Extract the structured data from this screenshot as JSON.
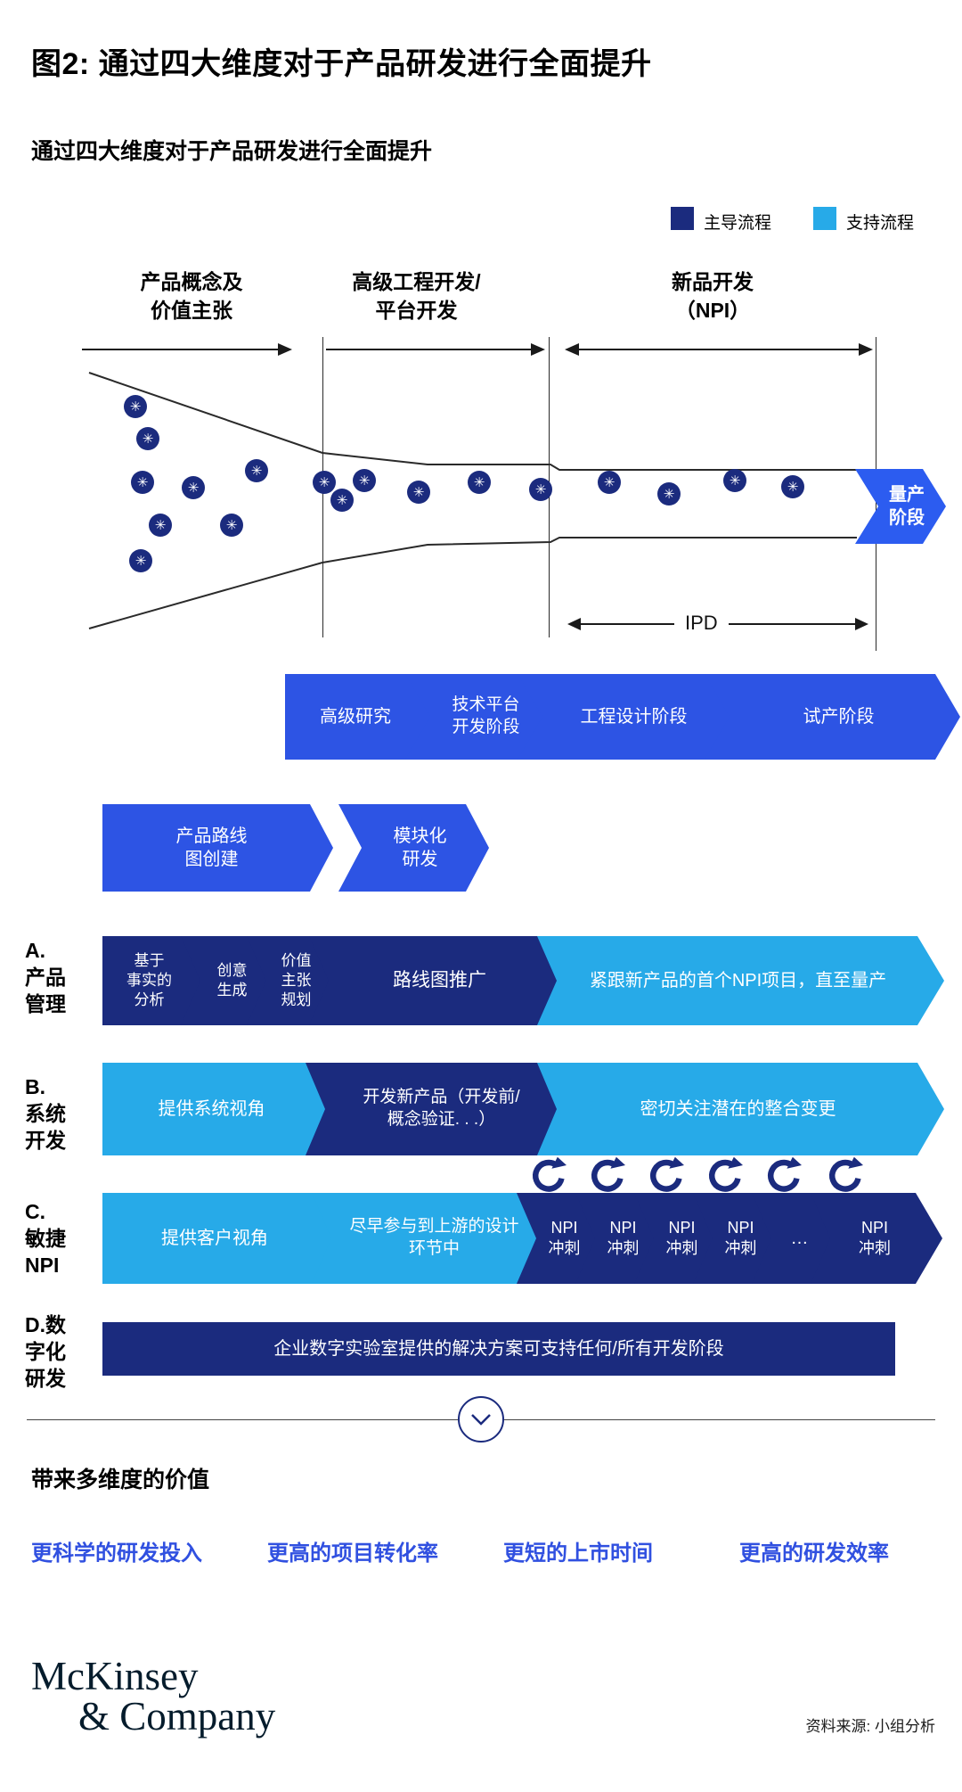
{
  "title": "图2: 通过四大维度对于产品研发进行全面提升",
  "subtitle": "通过四大维度对于产品研发进行全面提升",
  "legend": {
    "primary": "主导流程",
    "support": "支持流程"
  },
  "colors": {
    "navy": "#1b2b7e",
    "light_blue": "#27aae8",
    "royal_blue": "#2d54e4",
    "link_blue": "#3050e0",
    "logo_navy": "#051c2c"
  },
  "phases": [
    "产品概念及\n价值主张",
    "高级工程开发/\n平台开发",
    "新品开发\n（NPI）"
  ],
  "funnel": {
    "dot_glyph": "✳",
    "ipd_label": "IPD",
    "mass_production_stage": "量产\n阶段"
  },
  "stage_bar": [
    "高级研究",
    "技术平台\n开发阶段",
    "工程设计阶段",
    "试产阶段"
  ],
  "floating": [
    "产品路线\n图创建",
    "模块化\n研发"
  ],
  "rows": [
    {
      "label": "A.\n产品\n管理",
      "segments": [
        "基于\n事实的\n分析",
        "创意\n生成",
        "价值\n主张\n规划",
        "路线图推广",
        "紧跟新产品的首个NPI项目，直至量产"
      ]
    },
    {
      "label": "B.\n系统\n开发",
      "segments": [
        "提供系统视角",
        "开发新产品（开发前/\n概念验证. . .）",
        "密切关注潜在的整合变更"
      ]
    },
    {
      "label": "C.\n敏捷\nNPI",
      "segments": [
        "提供客户视角",
        "尽早参与到上游的设计\n环节中",
        "NPI\n冲刺",
        "NPI\n冲刺",
        "NPI\n冲刺",
        "NPI\n冲刺",
        "…",
        "NPI\n冲刺"
      ]
    },
    {
      "label": "D.数\n字化\n研发",
      "segments": [
        "企业数字实验室提供的解决方案可支持任何/所有开发阶段"
      ]
    }
  ],
  "value_section": {
    "heading": "带来多维度的价值",
    "items": [
      "更科学的研发投入",
      "更高的项目转化率",
      "更短的上市时间",
      "更高的研发效率"
    ]
  },
  "footer": {
    "logo_line1": "McKinsey",
    "logo_line2": "& Company",
    "source": "资料来源: 小组分析"
  }
}
